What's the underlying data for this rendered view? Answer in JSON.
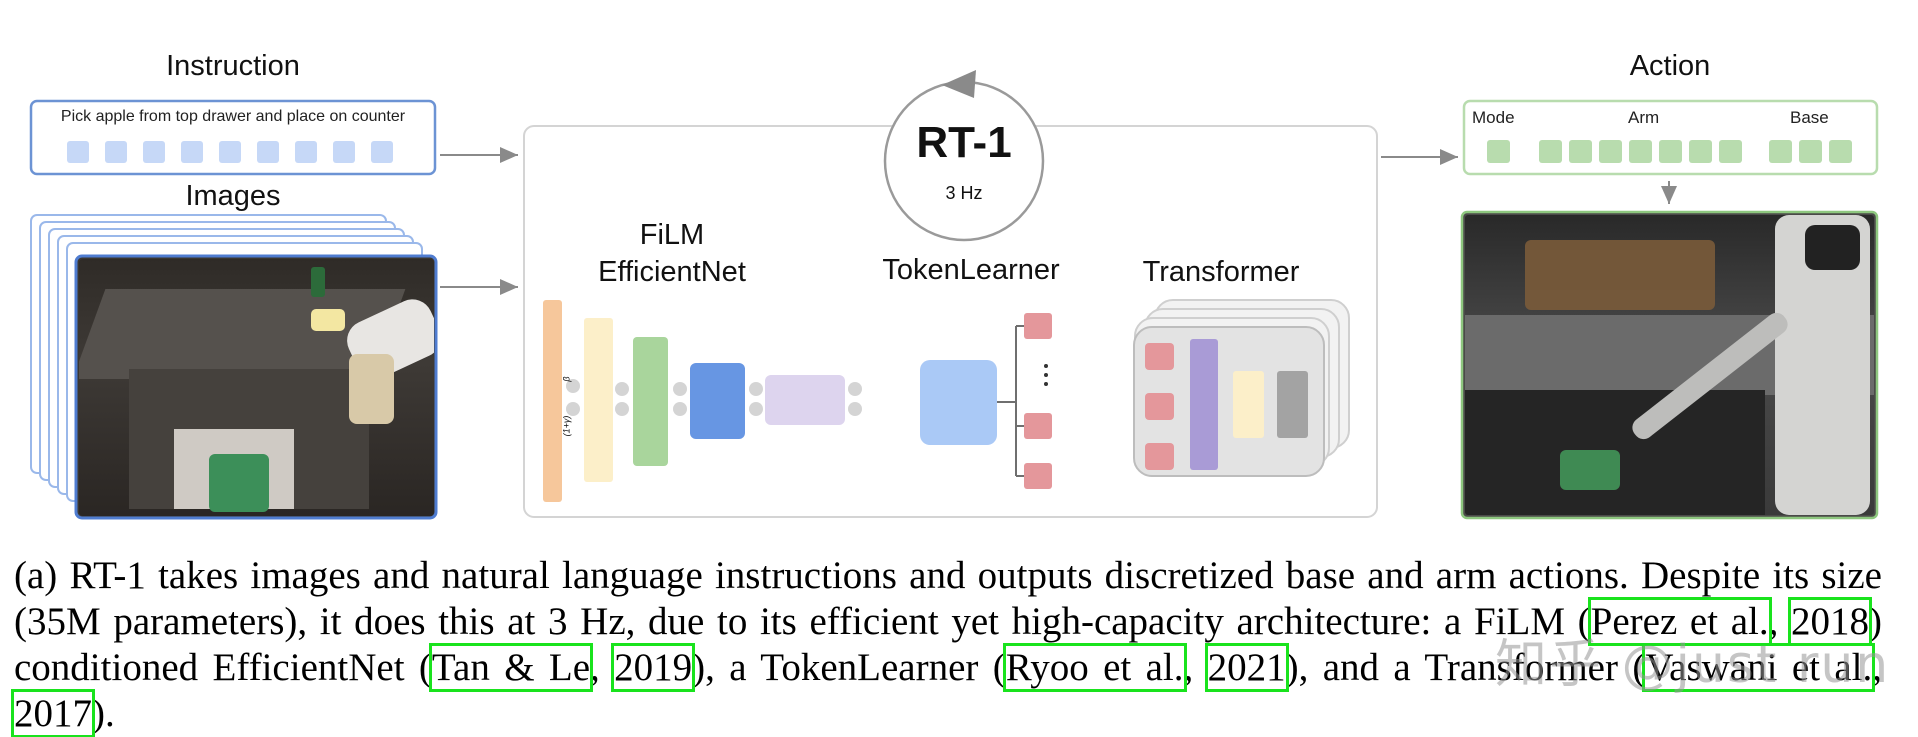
{
  "instruction": {
    "title": "Instruction",
    "text": "Pick apple from top drawer and place on counter",
    "token_color": "#c6d8f7"
  },
  "images": {
    "title": "Images"
  },
  "model": {
    "name": "RT-1",
    "rate": "3 Hz",
    "film_label_1": "FiLM",
    "film_label_2": "EfficientNet",
    "tokenlearner_label": "TokenLearner",
    "transformer_label": "Transformer",
    "film_eq_1": "β",
    "film_eq_2": "(1+γ)"
  },
  "action": {
    "title": "Action",
    "mode_label": "Mode",
    "arm_label": "Arm",
    "base_label": "Base",
    "token_color": "#b8dcae"
  },
  "caption": {
    "p1": "(a) RT-1 takes images and natural language instructions and outputs discretized base and arm actions. Despite its size (35M parameters), it does this at 3 Hz, due to its efficient yet high-capacity architecture: a FiLM (",
    "c1": "Perez et al.",
    "s1": ", ",
    "c2": "2018",
    "p2": ") conditioned EfficientNet (",
    "c3": "Tan & Le",
    "s2": ", ",
    "c4": "2019",
    "p3": "), a TokenLearner (",
    "c5": "Ryoo et al.",
    "s3": ", ",
    "c6": "2021",
    "p4": "), and a Transformer (",
    "c7": "Vaswani et al.",
    "s4": ", ",
    "c8": "2017",
    "p5": ")."
  },
  "watermark": "知乎 @just run"
}
